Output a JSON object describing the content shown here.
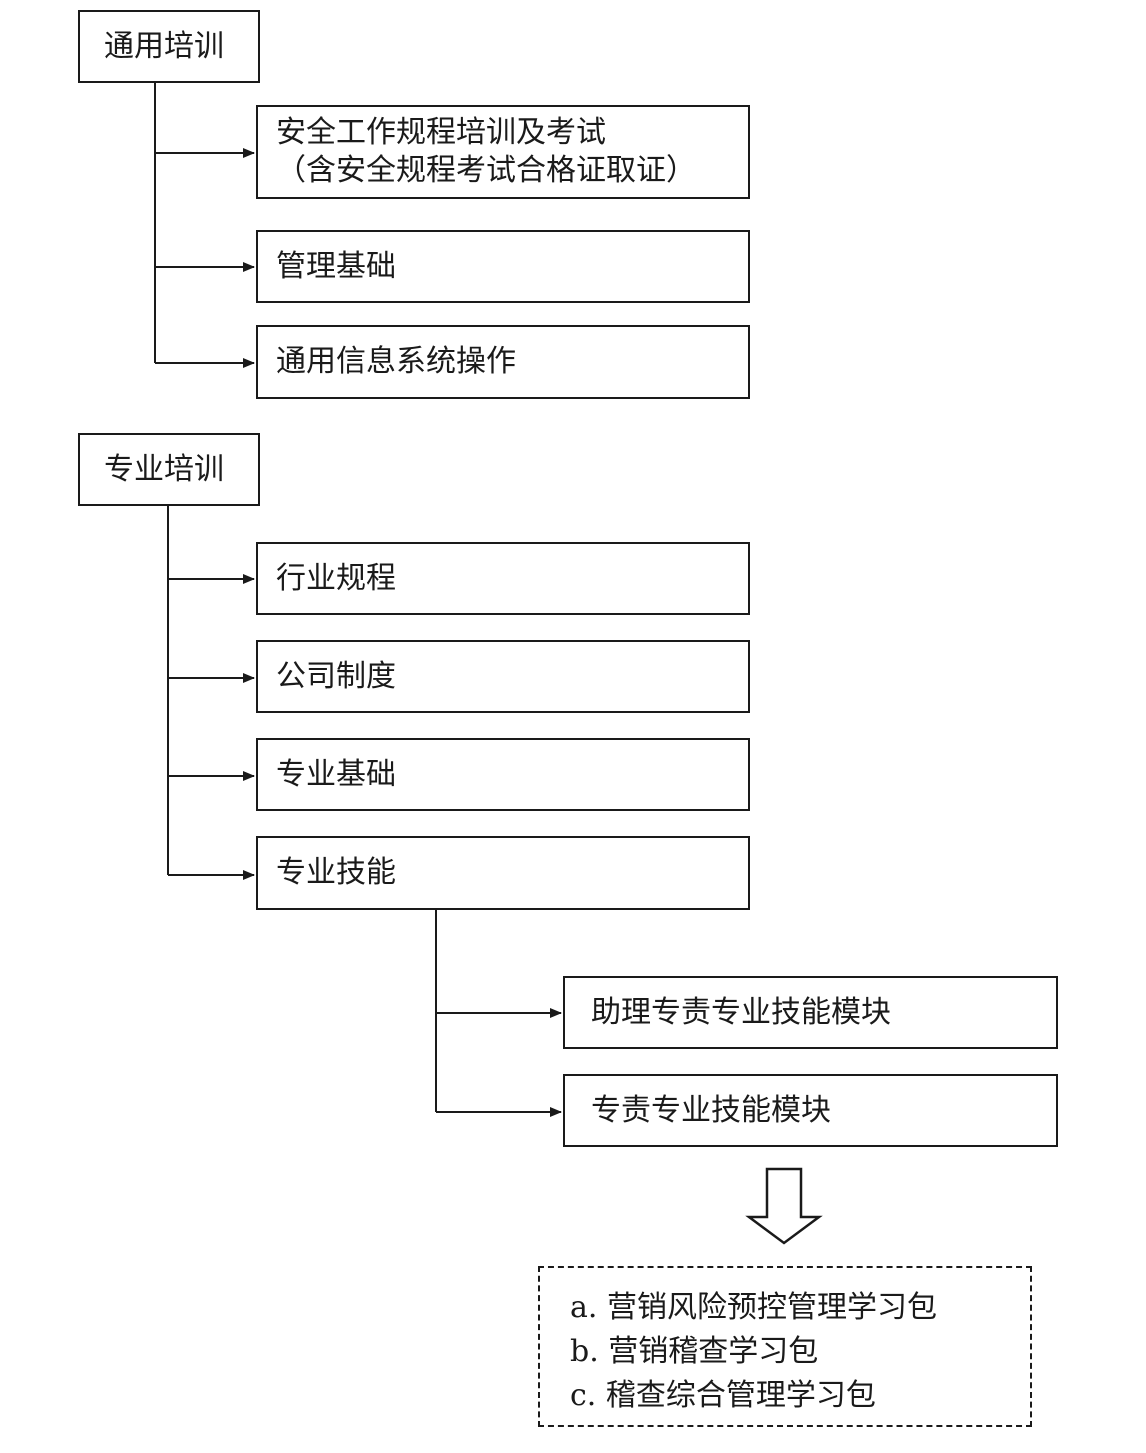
{
  "general_training": {
    "title": "通用培训",
    "items": [
      {
        "lines": [
          "安全工作规程培训及考试",
          "（含安全规程考试合格证取证）"
        ]
      },
      {
        "lines": [
          "管理基础"
        ]
      },
      {
        "lines": [
          "通用信息系统操作"
        ]
      }
    ]
  },
  "professional_training": {
    "title": "专业培训",
    "items": [
      {
        "lines": [
          "行业规程"
        ]
      },
      {
        "lines": [
          "公司制度"
        ]
      },
      {
        "lines": [
          "专业基础"
        ]
      },
      {
        "lines": [
          "专业技能"
        ]
      }
    ],
    "skill_modules": [
      {
        "label": "助理专责专业技能模块"
      },
      {
        "label": "专责专业技能模块"
      }
    ]
  },
  "learning_packages": [
    "a. 营销风险预控管理学习包",
    "b. 营销稽查学习包",
    "c. 稽查综合管理学习包"
  ],
  "colors": {
    "stroke": "#1a1a1a",
    "background": "#ffffff"
  }
}
